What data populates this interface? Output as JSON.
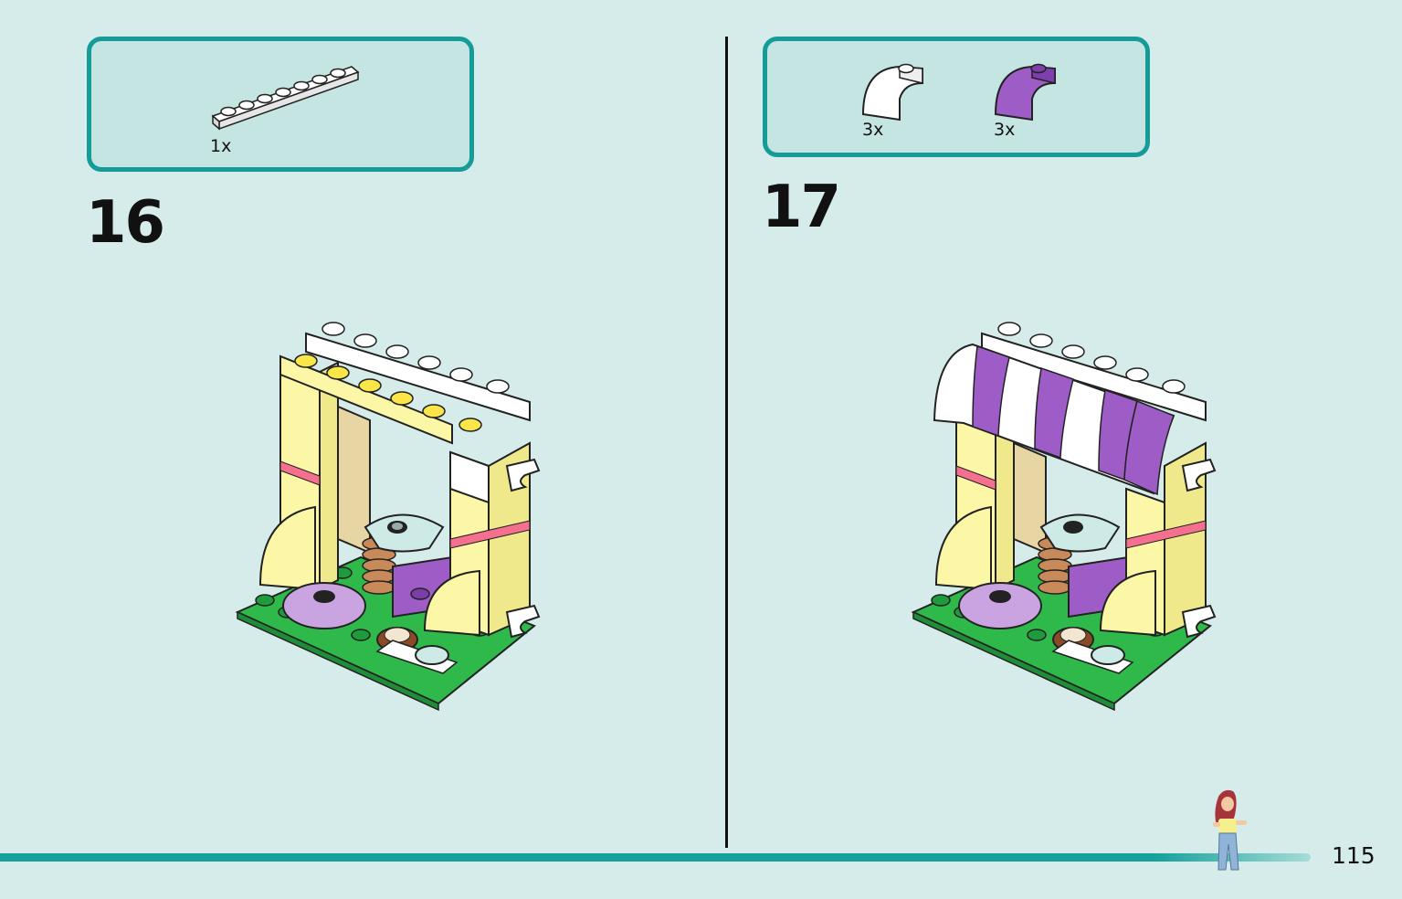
{
  "page_number": "115",
  "steps": [
    {
      "number": "16",
      "parts": [
        {
          "name": "white-plate-1x8",
          "qty": "1x"
        }
      ]
    },
    {
      "number": "17",
      "parts": [
        {
          "name": "white-curved-slope",
          "qty": "3x"
        },
        {
          "name": "purple-curved-slope",
          "qty": "3x"
        }
      ]
    }
  ],
  "colors": {
    "background": "#d6ecea",
    "box_border": "#159c98",
    "box_fill": "#c4e5e2",
    "yellow": "#fbf7a6",
    "purple": "#9d5cc6",
    "green": "#2db84a",
    "lavender": "#c9a4e0"
  }
}
